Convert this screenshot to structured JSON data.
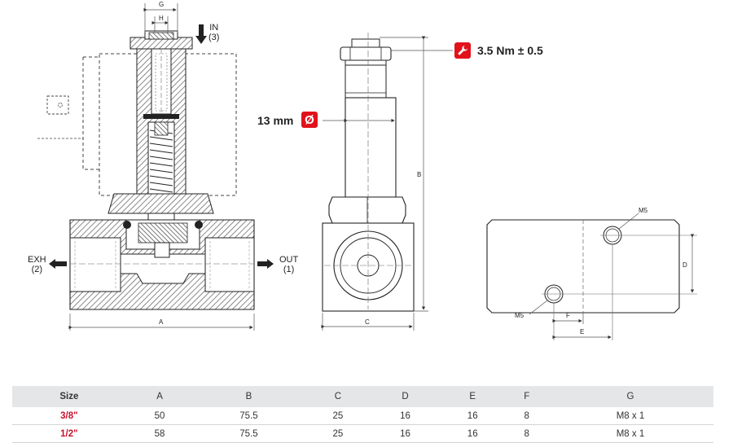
{
  "labels": {
    "G": "G",
    "H": "H",
    "A": "A",
    "B": "B",
    "C": "C",
    "D": "D",
    "E": "E",
    "F": "F",
    "M5_top": "M5",
    "M5_bottom": "M5"
  },
  "ports": {
    "in": [
      "IN",
      "(3)"
    ],
    "exh": [
      "EXH",
      "(2)"
    ],
    "out": [
      "OUT",
      "(1)"
    ]
  },
  "specs": {
    "torque": "3.5 Nm ± 0.5",
    "diameter": "13 mm",
    "diameter_symbol": "Ø"
  },
  "icons": {
    "torque": "wrench-icon",
    "diameter": "diameter-icon"
  },
  "colors": {
    "accent": "#e1121b",
    "size_text": "#c8102e",
    "table_header_bg": "#e5e6e8",
    "hatch": "#5a5a5a"
  },
  "table": {
    "headers": [
      "Size",
      "A",
      "B",
      "C",
      "D",
      "E",
      "F",
      "G"
    ],
    "rows": [
      [
        "3/8\"",
        "50",
        "75.5",
        "25",
        "16",
        "16",
        "8",
        "M8 x 1"
      ],
      [
        "1/2\"",
        "58",
        "75.5",
        "25",
        "16",
        "16",
        "8",
        "M8 x 1"
      ]
    ]
  }
}
